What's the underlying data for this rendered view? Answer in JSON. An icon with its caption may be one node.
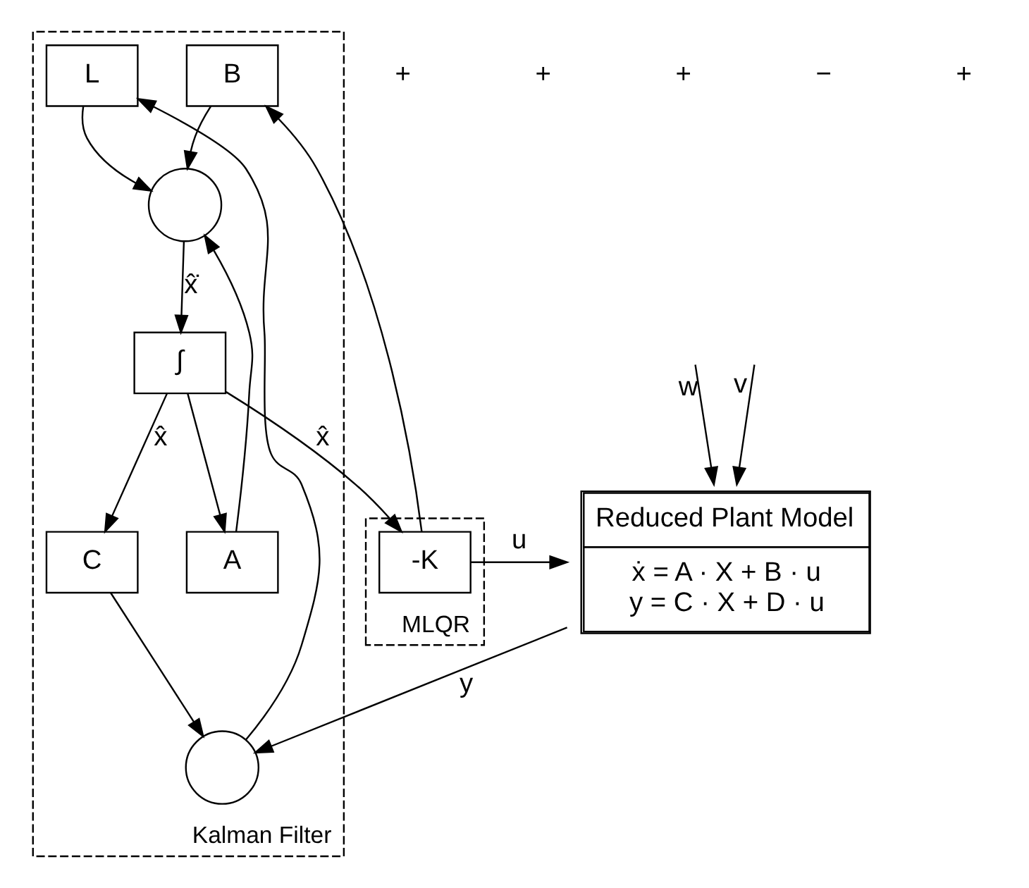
{
  "diagram": {
    "nodes": [
      {
        "text": [
          "Reduced Plant Model",
          "ẋ = A · X + B · u",
          "y = C · X + D · u"
        ]
      },
      {
        "text": [
          "Kalman Filter"
        ]
      },
      {
        "text": [
          "B"
        ],
        "in": 1
      },
      {
        "text": [
          "L"
        ],
        "in": 1
      },
      {
        "text": [],
        "shape": "circle",
        "in": 1
      },
      {
        "text": [
          "∫"
        ],
        "in": 1
      },
      {
        "text": [
          "C"
        ],
        "in": 1
      },
      {
        "text": [],
        "shape": "circle",
        "in": 1
      },
      {
        "text": [
          "A"
        ],
        "in": 1
      },
      {
        "text": [
          "MLQR"
        ]
      },
      {
        "text": [
          "-K"
        ],
        "in": 9
      }
    ],
    "edges": [
      {
        "from": null,
        "to": 0,
        "arrow": "to",
        "label": "w"
      },
      {
        "from": null,
        "to": 0,
        "arrow": "to",
        "label": "v"
      },
      {
        "from": 10,
        "to": 0,
        "arrow": "to",
        "label": "u"
      },
      {
        "from": 10,
        "to": 2,
        "arrow": "to"
      },
      {
        "from": 0,
        "to": 7,
        "arrow": "to",
        "label": "y"
      },
      {
        "from": 2,
        "to": 4,
        "arrow": "to"
      },
      {
        "from": 3,
        "to": 4,
        "arrow": "to"
      },
      {
        "from": 8,
        "to": 4,
        "arrow": "to"
      },
      {
        "from": 4,
        "to": 5,
        "arrow": "to",
        "label": "x̂̇"
      },
      {
        "from": 5,
        "to": 6,
        "arrow": "to",
        "label": "x̂"
      },
      {
        "from": 5,
        "to": 8,
        "arrow": "to"
      },
      {
        "from": 5,
        "to": 10,
        "arrow": "to",
        "label": "x̂"
      },
      {
        "from": 6,
        "to": 7,
        "arrow": "to"
      },
      {
        "from": 7,
        "to": 3,
        "arrow": "to"
      }
    ],
    "labels": [
      "+",
      "+",
      "+",
      "−",
      "+"
    ]
  }
}
